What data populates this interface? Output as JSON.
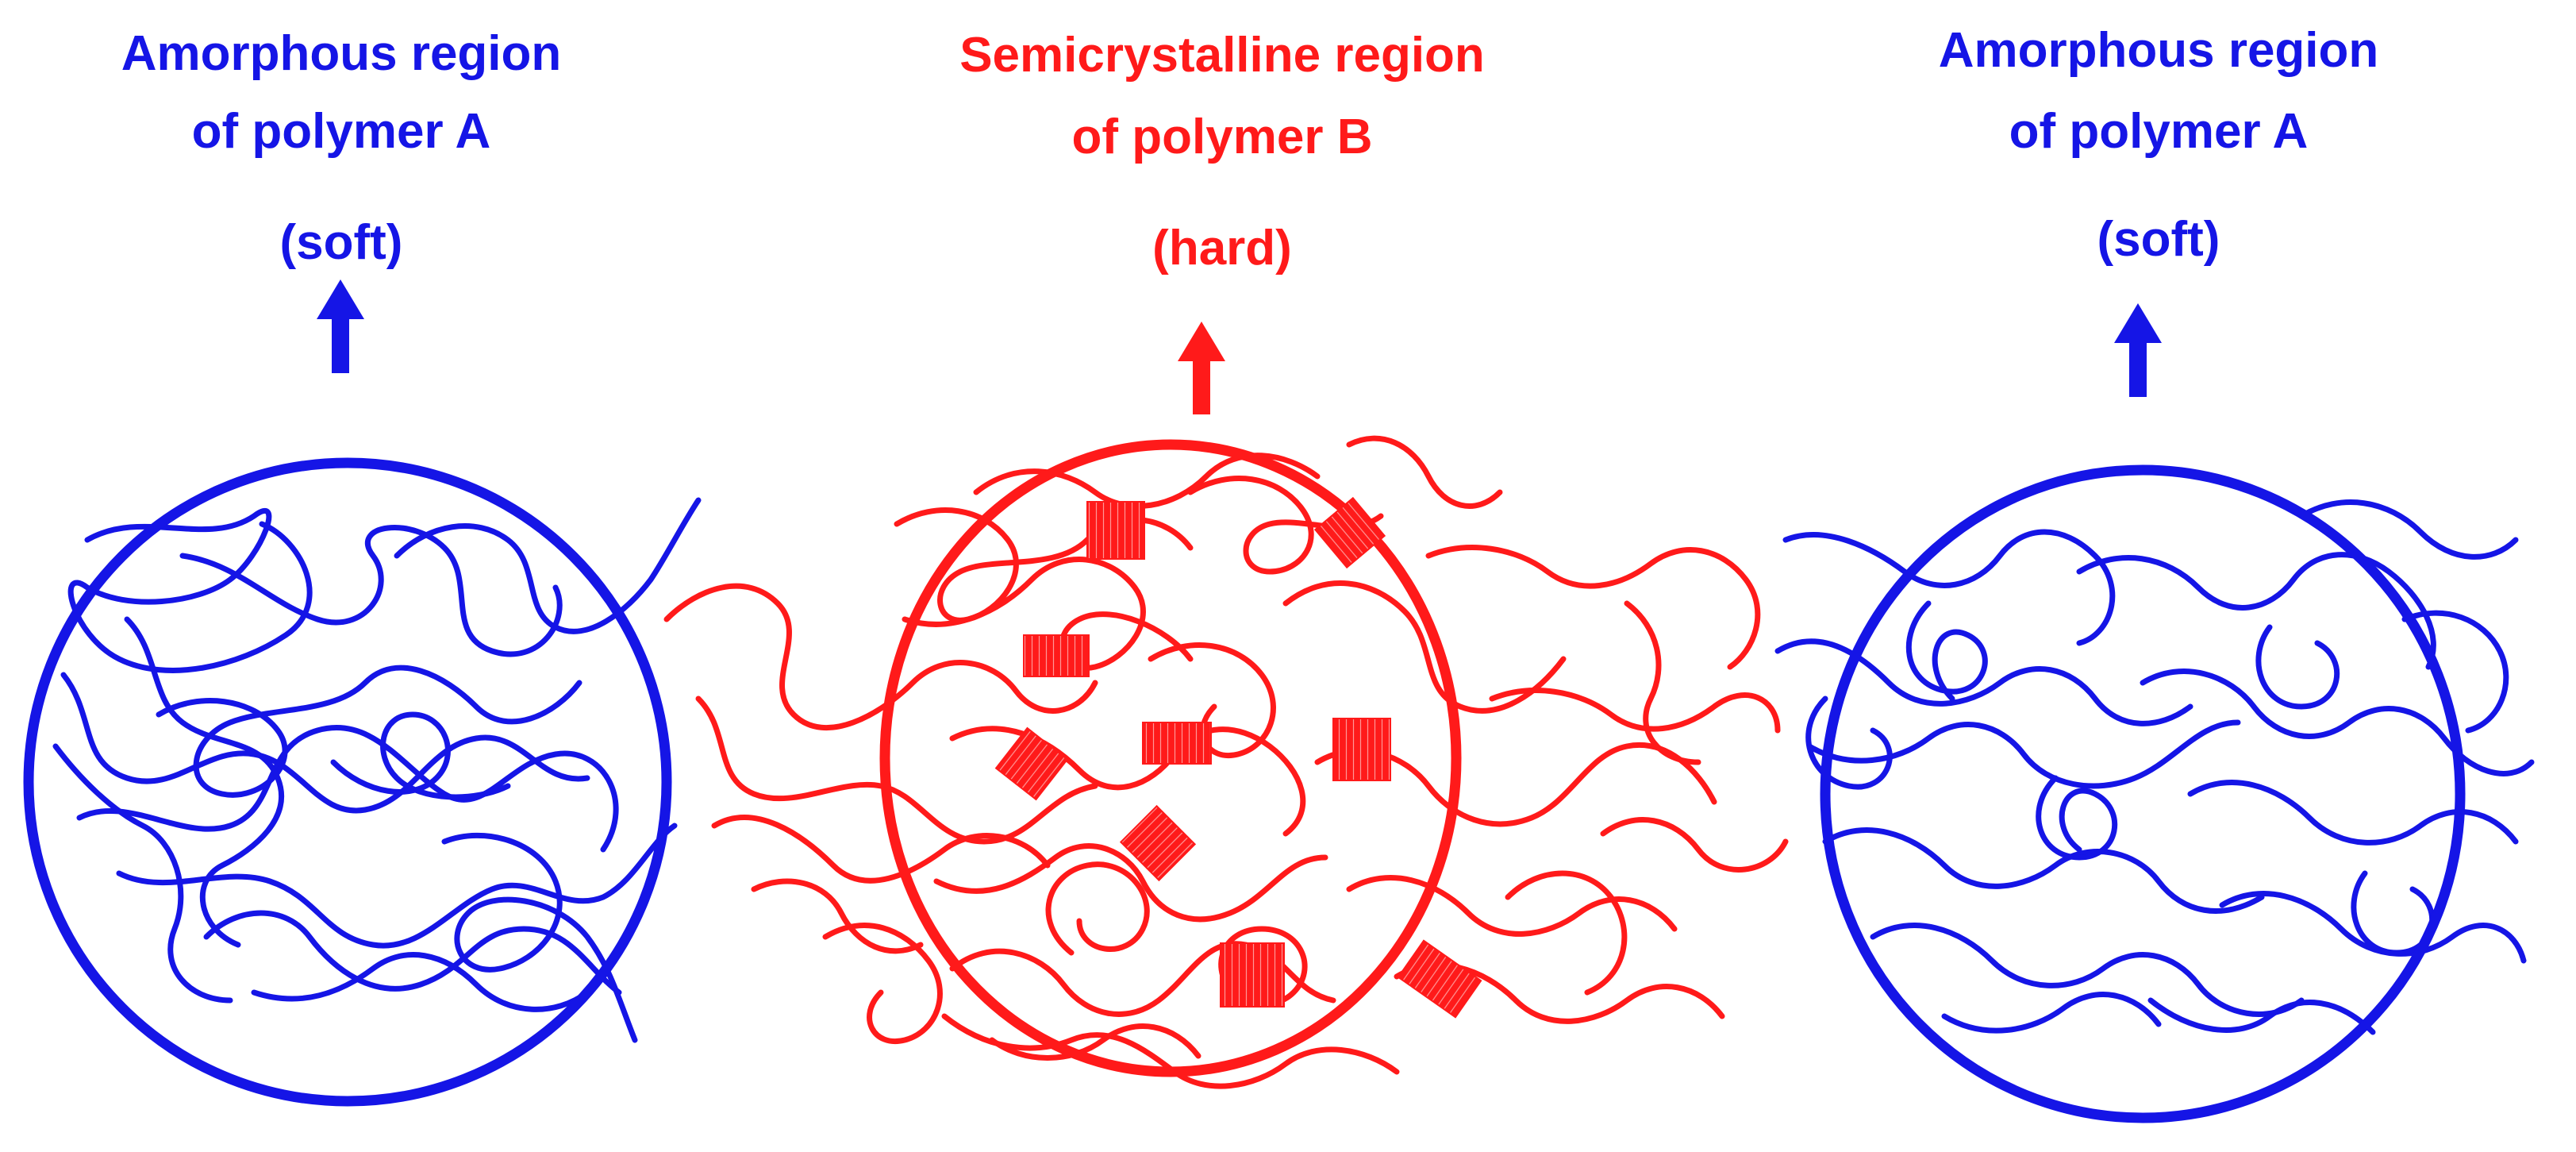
{
  "colors": {
    "polymer_a": "#1515e6",
    "polymer_b": "#ff1a1a"
  },
  "regions": {
    "left": {
      "title_line1": "Amorphous region",
      "title_line2": "of polymer A",
      "property": "(soft)"
    },
    "center": {
      "title_line1": "Semicrystalline region",
      "title_line2": "of polymer B",
      "property": "(hard)"
    },
    "right": {
      "title_line1": "Amorphous region",
      "title_line2": "of polymer A",
      "property": "(soft)"
    }
  }
}
